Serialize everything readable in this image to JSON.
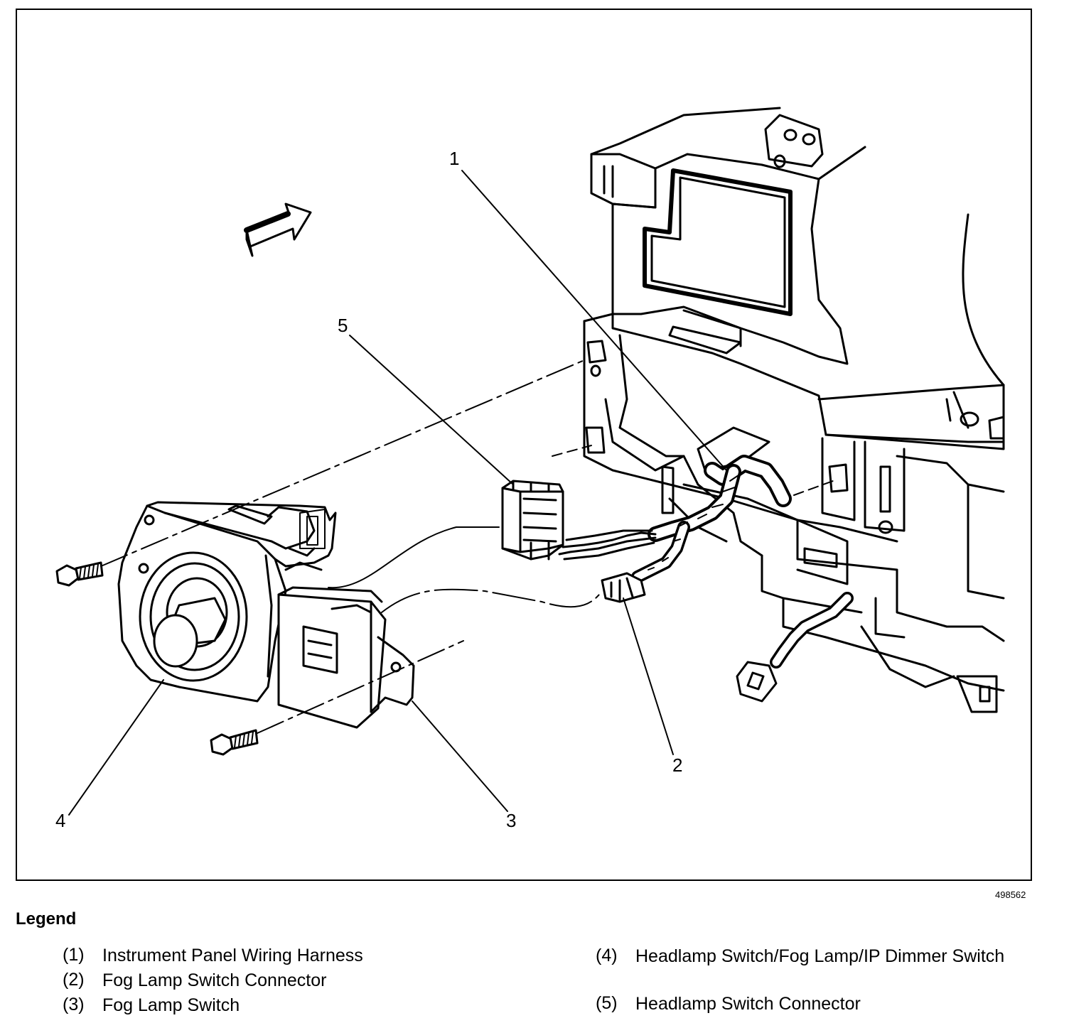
{
  "figure": {
    "id": "498562",
    "callouts": [
      "1",
      "2",
      "3",
      "4",
      "5"
    ]
  },
  "legend": {
    "title": "Legend",
    "items": [
      {
        "num": "(1)",
        "text": "Instrument Panel Wiring Harness"
      },
      {
        "num": "(2)",
        "text": "Fog Lamp Switch Connector"
      },
      {
        "num": "(3)",
        "text": "Fog Lamp Switch"
      },
      {
        "num": "(4)",
        "text": "Headlamp Switch/Fog Lamp/IP Dimmer Switch"
      },
      {
        "num": "(5)",
        "text": "Headlamp Switch Connector"
      }
    ]
  }
}
